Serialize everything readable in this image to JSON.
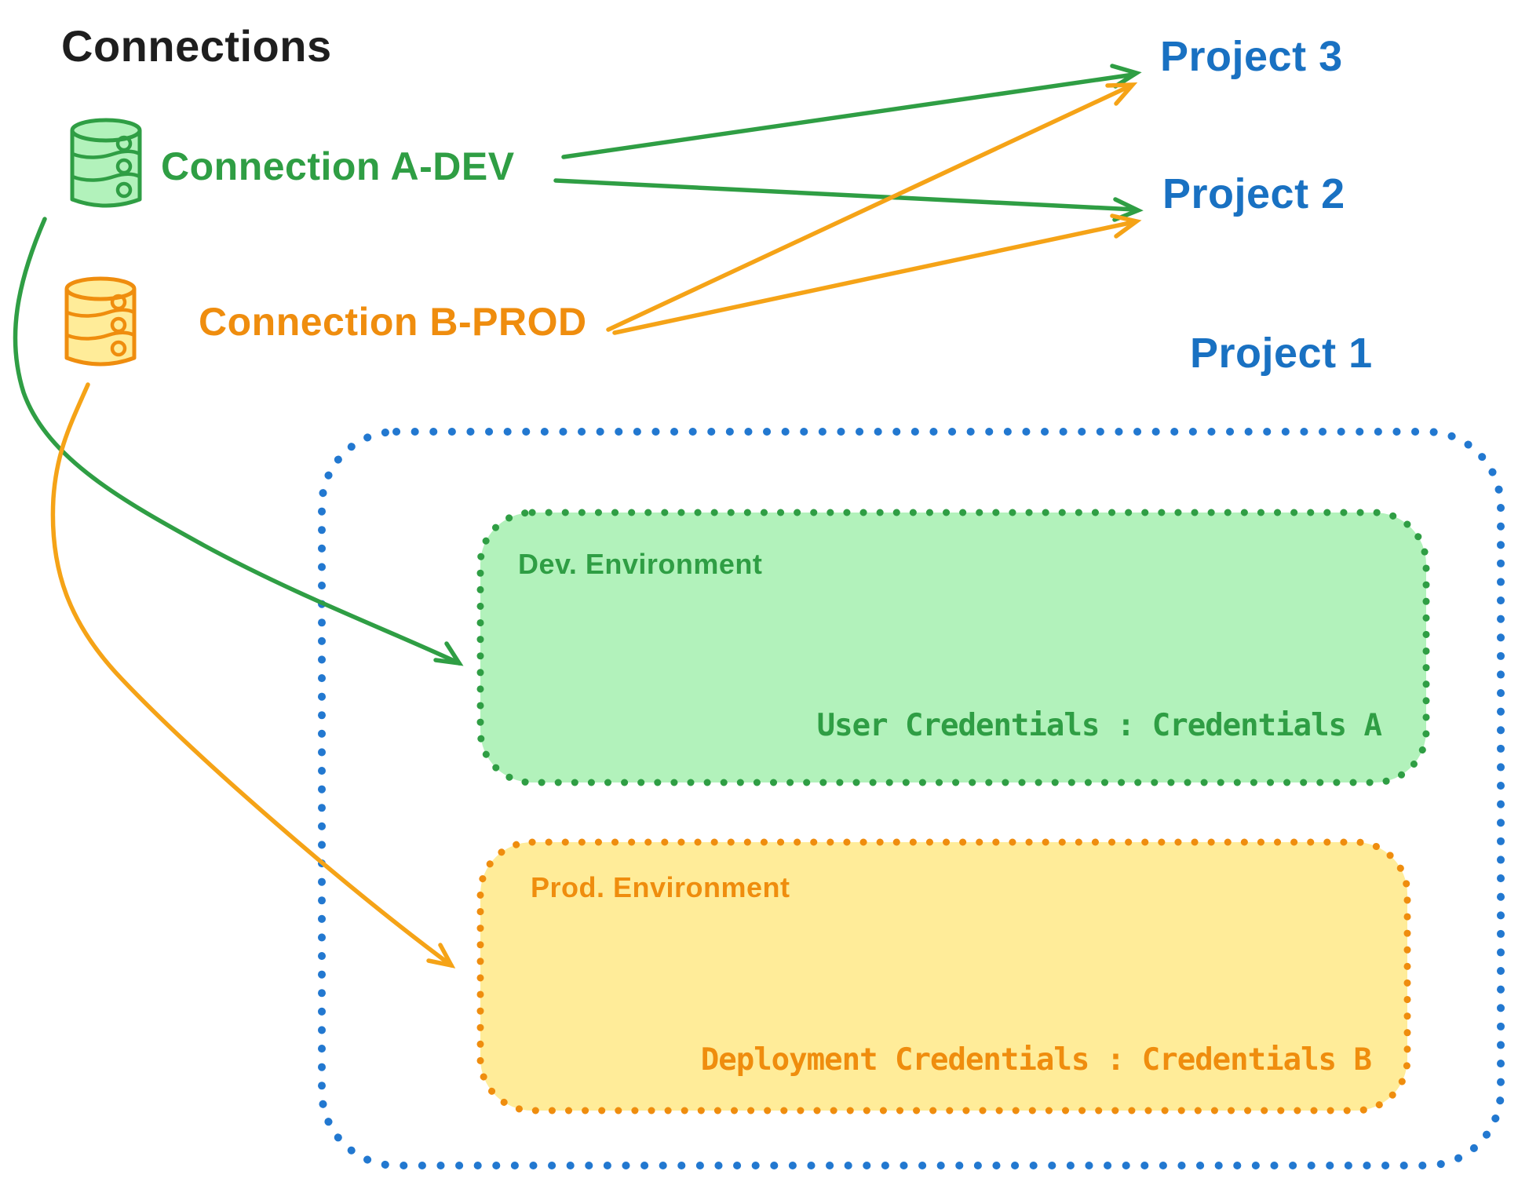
{
  "title": "Connections",
  "connections": [
    {
      "label": "Connection A-DEV",
      "icon": "database-icon",
      "color": "#2f9e44"
    },
    {
      "label": "Connection B-PROD",
      "icon": "database-icon",
      "color": "#ef8d0e"
    }
  ],
  "projects": [
    {
      "label": "Project 3"
    },
    {
      "label": "Project 2"
    },
    {
      "label": "Project 1"
    }
  ],
  "project1": {
    "environments": [
      {
        "title": "Dev. Environment",
        "credentials": "User Credentials : Credentials A"
      },
      {
        "title": "Prod. Environment",
        "credentials": "Deployment Credentials : Credentials B"
      }
    ]
  },
  "edges": [
    {
      "from": "Connection A-DEV",
      "to": "Project 3"
    },
    {
      "from": "Connection A-DEV",
      "to": "Project 2"
    },
    {
      "from": "Connection B-PROD",
      "to": "Project 3"
    },
    {
      "from": "Connection B-PROD",
      "to": "Project 2"
    },
    {
      "from": "Connection A-DEV",
      "to": "Dev. Environment (Project 1)"
    },
    {
      "from": "Connection B-PROD",
      "to": "Prod. Environment (Project 1)"
    }
  ],
  "colors": {
    "black": "#1e1e1e",
    "green": "#2f9e44",
    "green_fill": "#b2f2bb",
    "orange": "#ef8d0e",
    "orange_arrow": "#f5a317",
    "orange_fill": "#ffec99",
    "blue": "#1971c2",
    "blue_border": "#2278d0",
    "background": "#ffffff"
  }
}
